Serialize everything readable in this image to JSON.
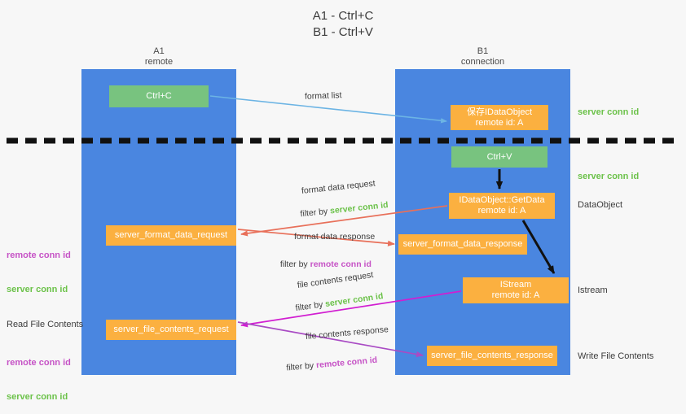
{
  "title": "A1 - Ctrl+C\nB1 - Ctrl+V",
  "lanes": {
    "left": {
      "name": "A1",
      "subtitle": "remote",
      "header": "A1\nremote"
    },
    "right": {
      "name": "B1",
      "subtitle": "connection",
      "header": "B1\nconnection"
    }
  },
  "colors": {
    "lane": "#4a86e0",
    "green_box": "#78c37f",
    "orange_box": "#fbb040",
    "server_conn_id": "#6cc24a",
    "remote_conn_id": "#c653c6",
    "arrow_blue": "#6cb4e4",
    "arrow_red": "#e8705a",
    "arrow_magenta": "#d11ed1",
    "arrow_purple": "#a94bc4",
    "arrow_black": "#000000",
    "background": "#f7f7f7"
  },
  "boxes": {
    "ctrl_c": "Ctrl+C",
    "ctrl_v": "Ctrl+V",
    "idataobject": "保存IDataObject\nremote id: A",
    "idataobject_line1": "保存IDataObject",
    "idataobject_line2": "remote id: A",
    "getdata": "IDataObject::GetData\nremote id: A",
    "getdata_line1": "IDataObject::GetData",
    "getdata_line2": "remote id: A",
    "istream": "IStream\nremote id: A",
    "istream_line1": "IStream",
    "istream_line2": "remote id: A",
    "server_format_data_request": "server_format_data_request",
    "server_format_data_response": "server_format_data_response",
    "server_file_contents_request": "server_file_contents_request",
    "server_file_contents_response": "server_file_contents_response"
  },
  "annotations": {
    "right": {
      "server_conn_id_1": "server conn id",
      "server_conn_id_2": "server conn id",
      "dataobject": "DataObject",
      "istream": "Istream",
      "write_file_contents": "Write File Contents"
    },
    "left": {
      "remote_conn_id_1": "remote conn id",
      "server_conn_id_1": "server conn id",
      "read_file_contents": "Read File Contents",
      "remote_conn_id_2": "remote conn id",
      "server_conn_id_2": "server conn id"
    }
  },
  "connectors": {
    "format_list": "format list",
    "format_data_request": "format data request",
    "filter_by": "filter by ",
    "server_conn_id": "server conn id",
    "remote_conn_id": "remote conn id",
    "format_data_response": "format data response",
    "file_contents_request": "file contents request",
    "file_contents_response": "file contents response"
  }
}
